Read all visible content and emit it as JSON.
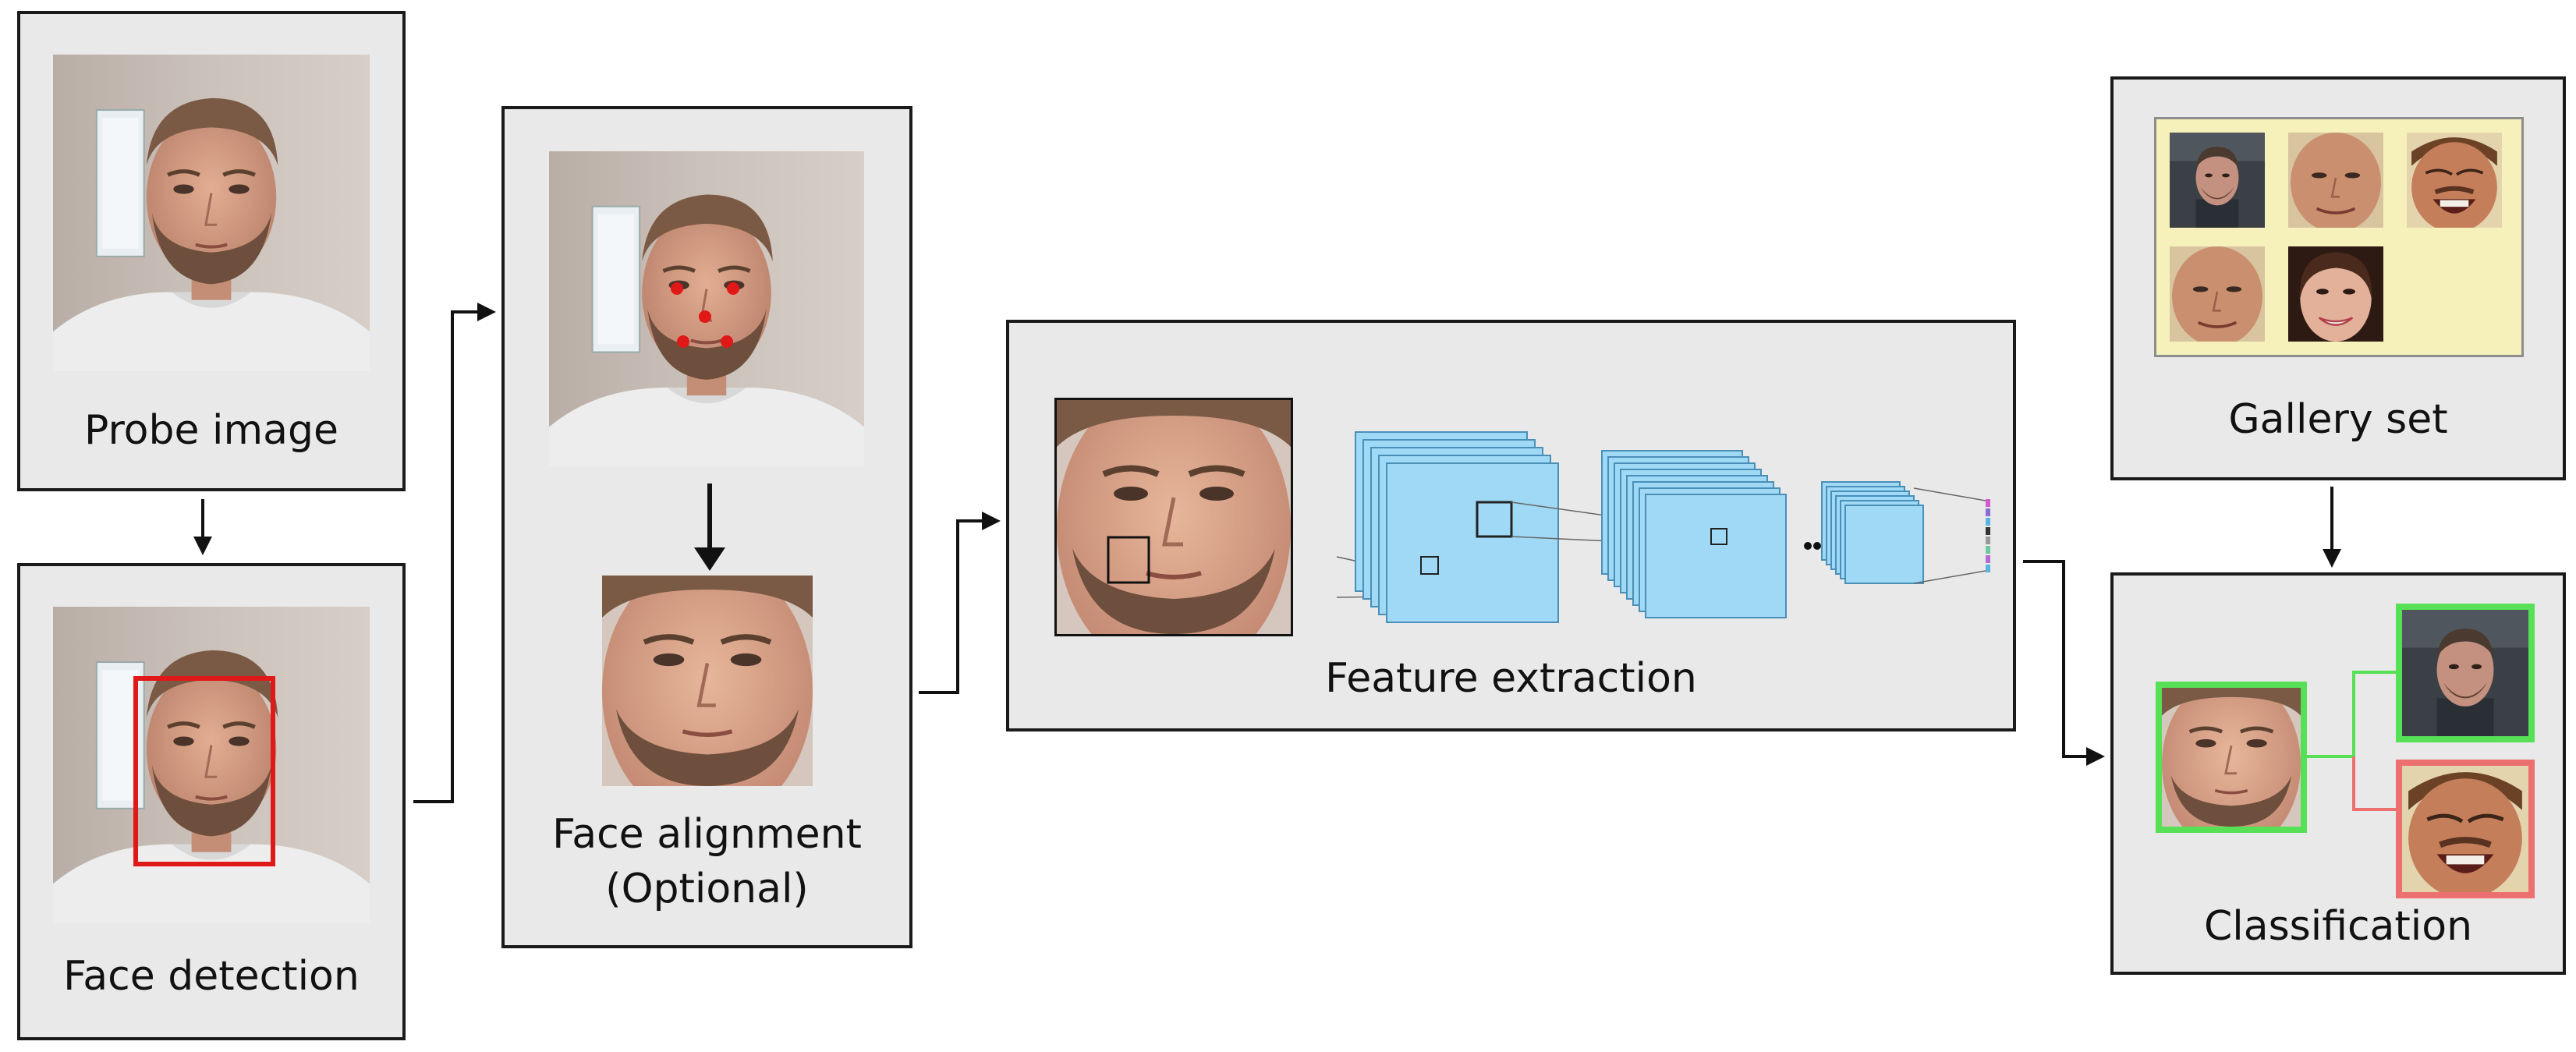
{
  "labels": {
    "probe": "Probe image",
    "detection": "Face detection",
    "alignment_line1": "Face alignment",
    "alignment_line2": "(Optional)",
    "feature": "Feature extraction",
    "gallery": "Gallery set",
    "classification": "Classification"
  },
  "colors": {
    "box_fill": "#e9e9e9",
    "gallery_fill": "#f6f1ba",
    "cnn_fill": "#9fd9f5",
    "detection_box": "#e01818",
    "landmark": "#e01818",
    "match": "#55e055",
    "nonmatch": "#ec7070"
  },
  "icons": {
    "arrow": "arrow-right-icon",
    "ellipsis": "ellipsis-icon"
  }
}
